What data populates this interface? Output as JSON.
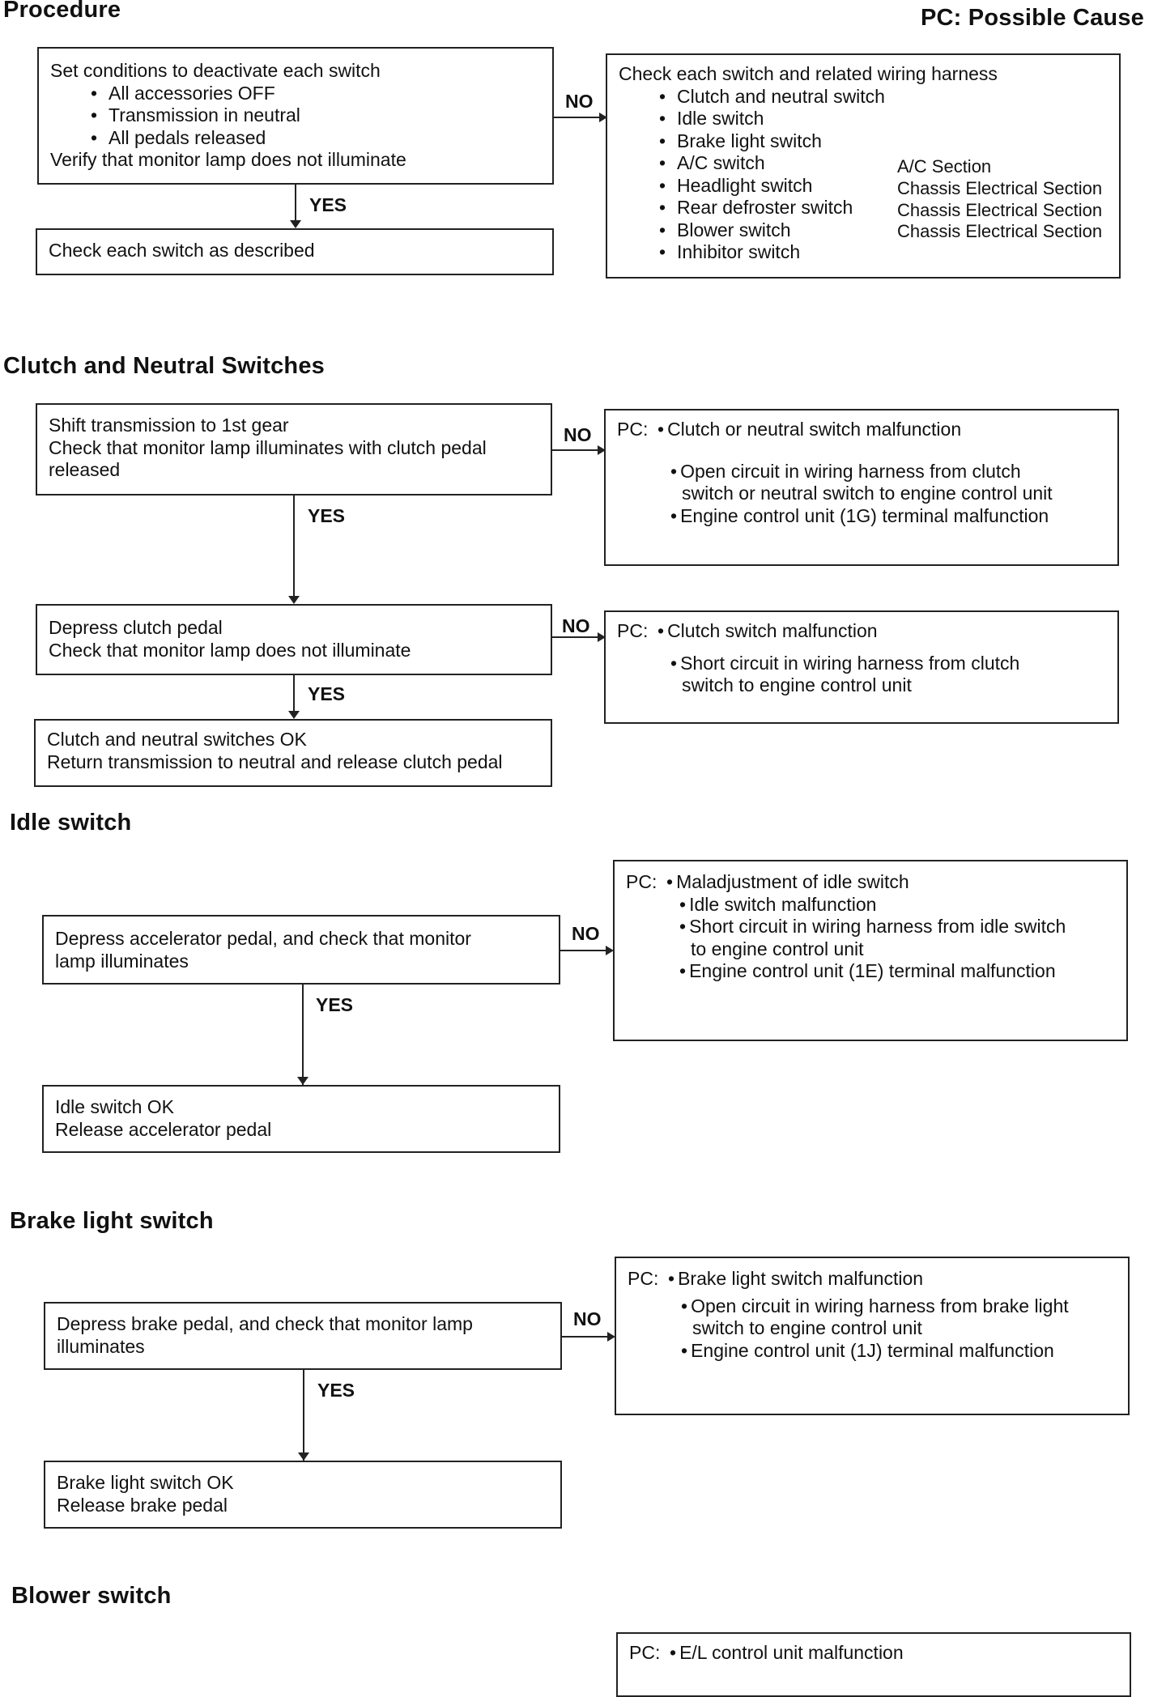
{
  "headings": {
    "procedure": "Procedure",
    "legend": "PC: Possible Cause",
    "clutch": "Clutch and Neutral Switches",
    "idle": "Idle switch",
    "brake": "Brake light switch",
    "blower": "Blower switch"
  },
  "labels": {
    "yes": "YES",
    "no": "NO",
    "pc": "PC:"
  },
  "procedure": {
    "start": {
      "title": "Set conditions to deactivate each switch",
      "bullets": [
        "All accessories OFF",
        "Transmission in neutral",
        "All pedals released"
      ],
      "footer": "Verify that monitor lamp does not illuminate"
    },
    "yes_box": "Check each switch as described",
    "no_box": {
      "title": "Check each switch and related wiring harness",
      "items": [
        "Clutch and neutral switch",
        "Idle switch",
        "Brake light switch",
        "A/C switch",
        "Headlight switch",
        "Rear defroster switch",
        "Blower switch",
        "Inhibitor switch"
      ],
      "refs": [
        "A/C Section",
        "Chassis Electrical Section",
        "Chassis Electrical Section",
        "Chassis Electrical Section"
      ]
    }
  },
  "clutch": {
    "step1": [
      "Shift transmission to 1st gear",
      "Check that monitor lamp illuminates with clutch pedal",
      "released"
    ],
    "pc1": {
      "first": "Clutch or neutral switch malfunction",
      "items": [
        [
          "Open circuit in wiring harness from clutch",
          "switch or neutral switch to engine control unit"
        ],
        [
          "Engine control unit (1G) terminal malfunction"
        ]
      ]
    },
    "step2": [
      "Depress clutch pedal",
      "Check that monitor lamp does not illuminate"
    ],
    "pc2": {
      "first": "Clutch switch malfunction",
      "items": [
        [
          "Short circuit in wiring harness from clutch",
          "switch to engine control unit"
        ]
      ]
    },
    "ok": [
      "Clutch and neutral switches OK",
      "Return transmission to neutral and release clutch pedal"
    ]
  },
  "idle": {
    "step": [
      "Depress accelerator pedal, and check that monitor",
      "lamp illuminates"
    ],
    "pc": {
      "first": "Maladjustment of idle switch",
      "items": [
        [
          "Idle switch malfunction"
        ],
        [
          "Short circuit in wiring harness from idle switch",
          "to engine control unit"
        ],
        [
          "Engine control unit (1E) terminal malfunction"
        ]
      ]
    },
    "ok": [
      "Idle switch OK",
      "Release accelerator pedal"
    ]
  },
  "brake": {
    "step": [
      "Depress brake pedal, and check that monitor lamp",
      "illuminates"
    ],
    "pc": {
      "first": "Brake light switch malfunction",
      "items": [
        [
          "Open circuit in wiring harness from brake light",
          "switch to engine control unit"
        ],
        [
          "Engine control unit (1J) terminal malfunction"
        ]
      ]
    },
    "ok": [
      "Brake light switch OK",
      "Release brake pedal"
    ]
  },
  "blower": {
    "pc": {
      "first": "E/L control unit malfunction"
    }
  }
}
